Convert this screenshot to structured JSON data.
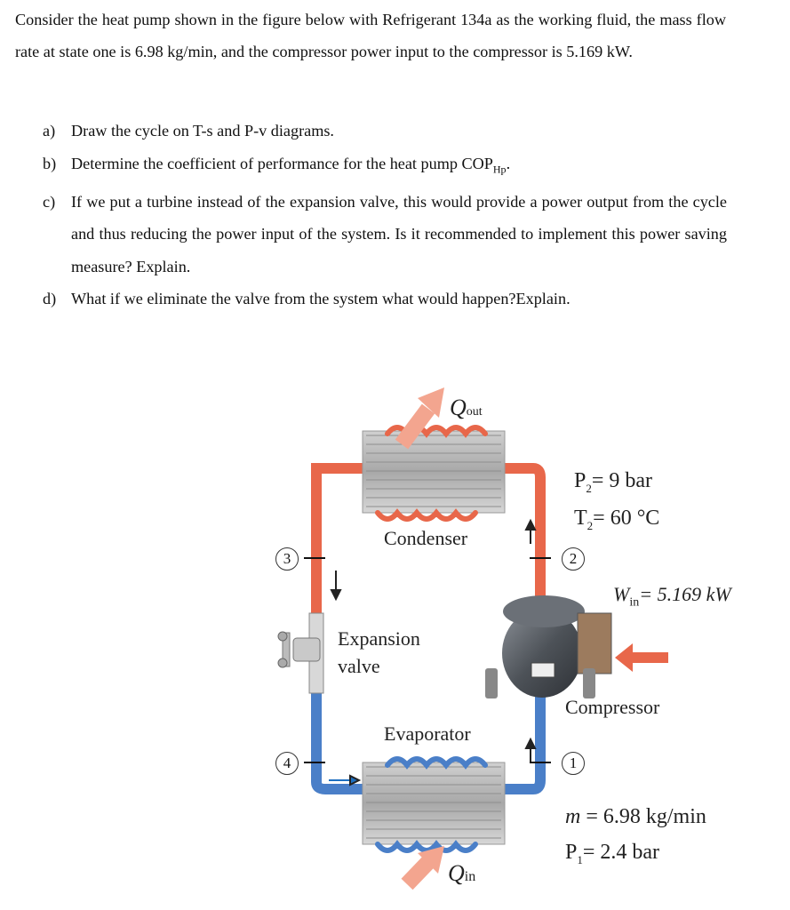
{
  "problem": {
    "intro": "Consider the heat pump shown in the figure below with Refrigerant 134a as the working fluid, the mass flow rate at state one is 6.98 kg/min, and the compressor power input to the compressor is 5.169 kW.",
    "questions": [
      {
        "label": "a)",
        "text": "Draw the cycle on T-s and P-v diagrams."
      },
      {
        "label": "b)",
        "text": "Determine the coefficient of performance for the heat pump COP",
        "sub": "Hp",
        "after": "."
      },
      {
        "label": "c)",
        "text": "If we put a turbine instead of the expansion valve, this would provide a power output from the cycle and thus reducing the power input of the system. Is it recommended to implement this power saving measure? Explain."
      },
      {
        "label": "d)",
        "text": "What if we eliminate the valve from the system what would happen?Explain."
      }
    ]
  },
  "figure": {
    "q_out": {
      "sym": "Q",
      "sub": "out"
    },
    "q_in": {
      "sym": "Q",
      "sub": "in"
    },
    "condenser": "Condenser",
    "expansion": [
      "Expansion",
      "valve"
    ],
    "evaporator": "Evaporator",
    "compressor": "Compressor",
    "states": [
      "1",
      "2",
      "3",
      "4"
    ],
    "p2": {
      "sym": "P",
      "sub": "2",
      "rest": "= 9 bar"
    },
    "t2": {
      "sym": "T",
      "sub": "2",
      "rest": "= 60 °C"
    },
    "w_in": {
      "sym": "W",
      "sub": "in",
      "rest": "= 5.169 kW"
    },
    "mdot": {
      "sym": "m",
      "rest": "= 6.98 kg/min"
    },
    "p1": {
      "sym": "P",
      "sub": "1",
      "rest": "= 2.4 bar"
    },
    "colors": {
      "hot": "#e8674a",
      "cold": "#4a7fc8",
      "coil": "#b8b8b8"
    }
  }
}
